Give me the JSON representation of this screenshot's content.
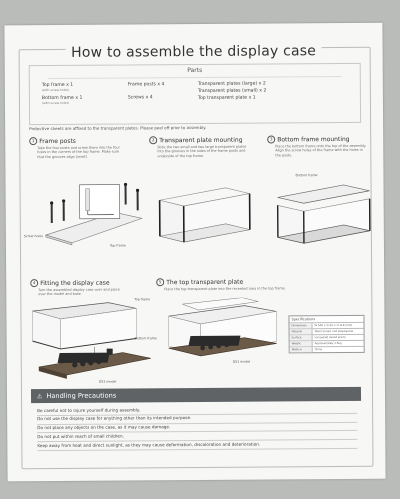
{
  "title": "How to assemble the display case",
  "parts": {
    "heading": "Parts",
    "items": [
      {
        "label": "Top frame x 1",
        "sub": "(with screw holes)"
      },
      {
        "label": "Frame posts x 4"
      },
      {
        "label": "Transparent plates (large) x 2"
      },
      {
        "label": "Transparent plates (small) x 2"
      },
      {
        "label": "Bottom frame x 1",
        "sub": "(with screw holes)"
      },
      {
        "label": "Screws x 4"
      },
      {
        "label": "Top transparent plate x 1"
      }
    ]
  },
  "note": "Protective sheets are affixed to the transparent plates. Please peel off prior to assembly.",
  "steps": [
    {
      "num": "1",
      "title": "Frame posts",
      "desc": "Take the four posts and screw them into the four holes in the corners of the top frame. Make sure that the grooves align (inset).",
      "callouts": [
        "Screw holes",
        "Top frame"
      ]
    },
    {
      "num": "2",
      "title": "Transparent plate mounting",
      "desc": "Slide the two small and two large transparent plates into the grooves in the sides of the frame posts and underside of the top frame.",
      "callouts": []
    },
    {
      "num": "3",
      "title": "Bottom frame mounting",
      "desc": "Place the bottom frame onto the top of the assembly. Align the screw holes of the frame with the holes in the posts.",
      "callouts": [
        "Bottom frame"
      ]
    },
    {
      "num": "4",
      "title": "Fitting the display case",
      "desc": "Turn the assembled display case over and place over the model and base.",
      "callouts": [
        "Top frame",
        "Bottom frame",
        "D51 model"
      ]
    },
    {
      "num": "5",
      "title": "The top transparent plate",
      "desc": "Place the top transparent plate into the recessed area in the top frame.",
      "callouts": [
        "D51 model"
      ]
    }
  ],
  "specifications": {
    "title": "Specifications",
    "rows": [
      {
        "k": "Dimensions",
        "v": "W 548 × D 99 × H 118 (mm)"
      },
      {
        "k": "Material",
        "v": "Wood (inner) and polystyrene"
      },
      {
        "k": "Surface",
        "v": "Lacquered (wood grain)"
      },
      {
        "k": "Weight",
        "v": "Approximately 1.5kg"
      },
      {
        "k": "Made in",
        "v": "China"
      }
    ]
  },
  "handling": {
    "heading": "Handling Precautions",
    "items": [
      "Be careful not to injure yourself during assembly.",
      "Do not use the display case for anything other than its intended purpose.",
      "Do not place any objects on the case, as it may cause damage.",
      "Do not put within reach of small children.",
      "Keep away from heat and direct sunlight, as they may cause deformation, discoloration and deterioration."
    ]
  },
  "icons": {
    "warning": "warning-triangle-icon"
  }
}
